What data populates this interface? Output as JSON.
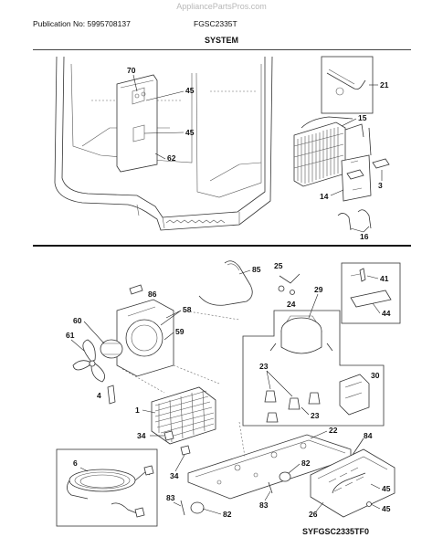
{
  "watermark": "AppliancePartsPros.com",
  "header": {
    "publication": "Publication No: 5995708137",
    "model": "FGSC2335T",
    "section": "SYSTEM"
  },
  "footer": {
    "diagram_id": "SYFGSC2335TF0"
  },
  "callouts": {
    "c70": "70",
    "c45a": "45",
    "c45b": "45",
    "c62": "62",
    "c21": "21",
    "c15": "15",
    "c14": "14",
    "c3": "3",
    "c16": "16",
    "c85": "85",
    "c25": "25",
    "c24": "24",
    "c86": "86",
    "c58": "58",
    "c59": "59",
    "c29": "29",
    "c41": "41",
    "c44": "44",
    "c60": "60",
    "c61": "61",
    "c4": "4",
    "c23a": "23",
    "c23b": "23",
    "c30": "30",
    "c1": "1",
    "c22": "22",
    "c84": "84",
    "c34a": "34",
    "c34b": "34",
    "c6": "6",
    "c82a": "82",
    "c82b": "82",
    "c83a": "83",
    "c83b": "83",
    "c45c": "45",
    "c45d": "45",
    "c26": "26"
  }
}
